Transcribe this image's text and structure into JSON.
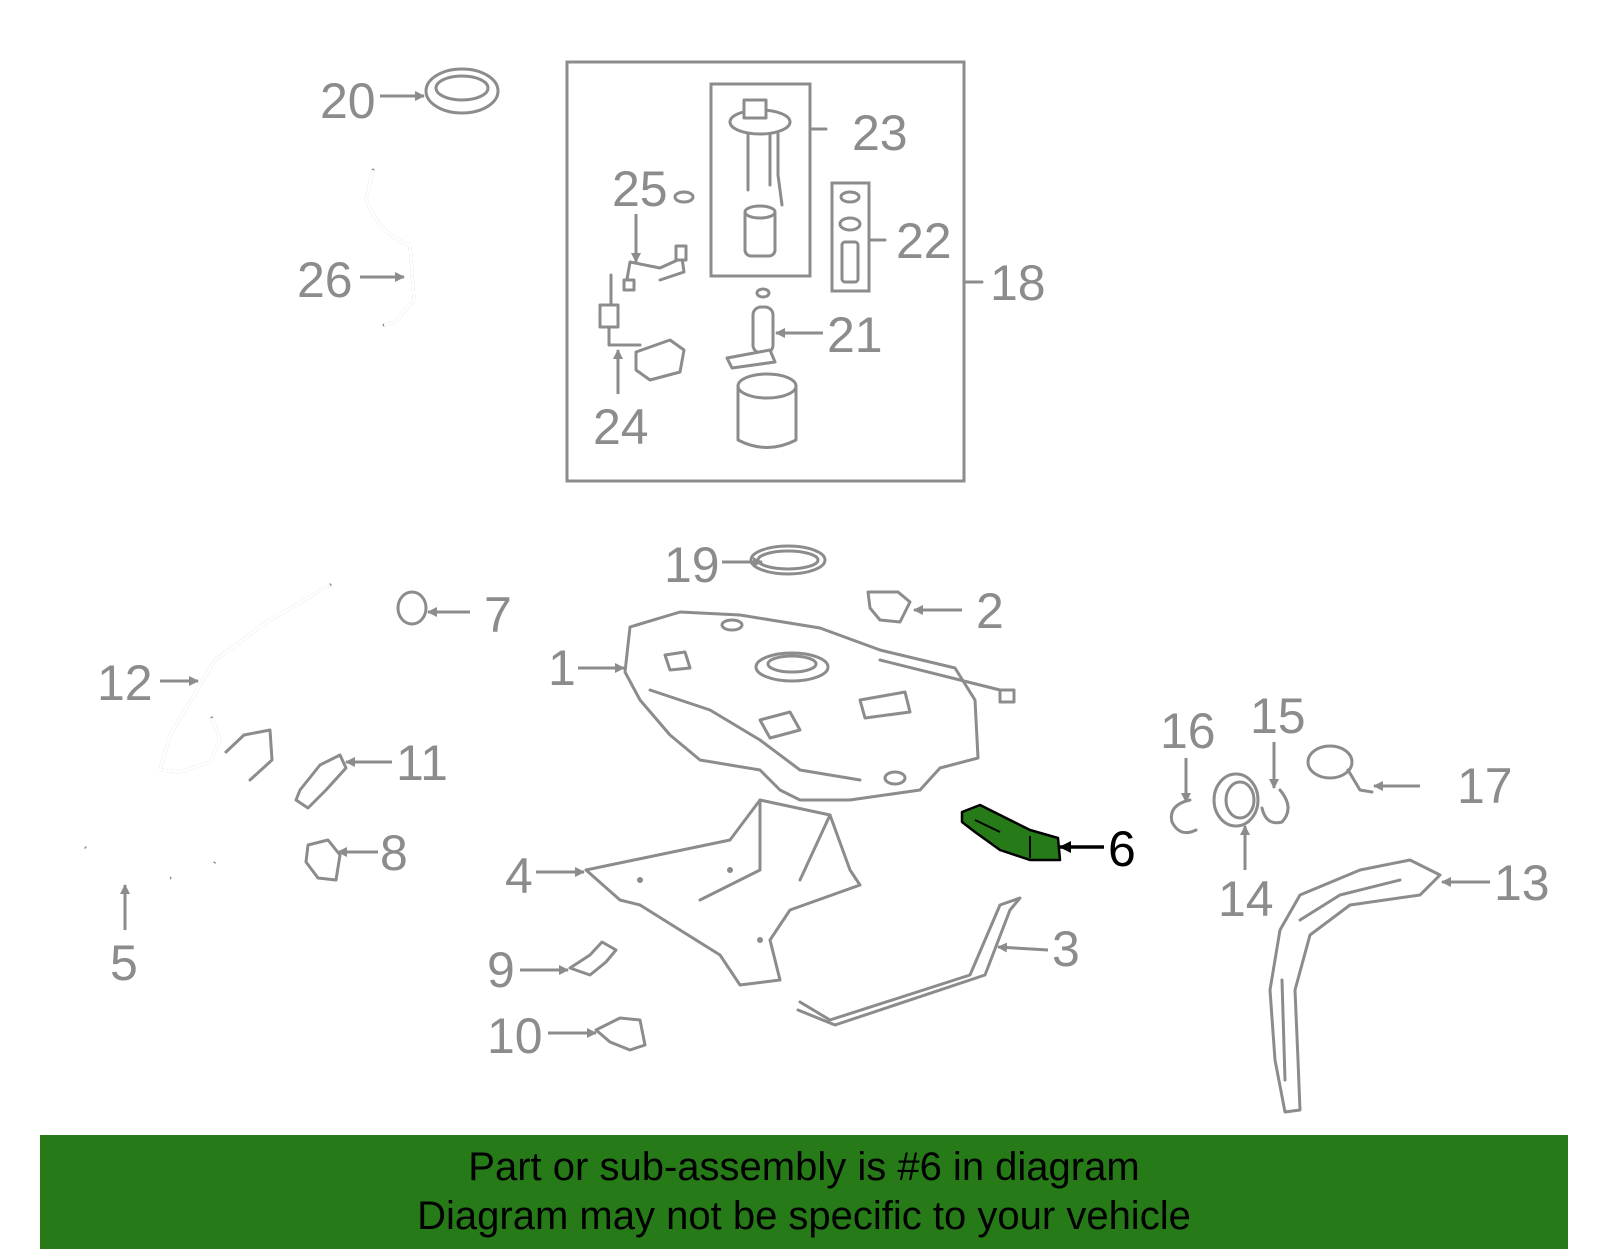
{
  "diagram": {
    "callouts": [
      "1",
      "2",
      "3",
      "4",
      "5",
      "6",
      "7",
      "8",
      "9",
      "10",
      "11",
      "12",
      "13",
      "14",
      "15",
      "16",
      "17",
      "18",
      "19",
      "20",
      "21",
      "22",
      "23",
      "24",
      "25",
      "26"
    ],
    "highlighted_callout": "6"
  },
  "colors": {
    "line": "#8c8c8c",
    "highlight_part": "#267a18",
    "banner": "#267a18",
    "highlight_text": "#000000"
  },
  "banner": {
    "line1": "Part or sub-assembly is #6 in diagram",
    "line2": "Diagram may not be specific to your vehicle"
  }
}
